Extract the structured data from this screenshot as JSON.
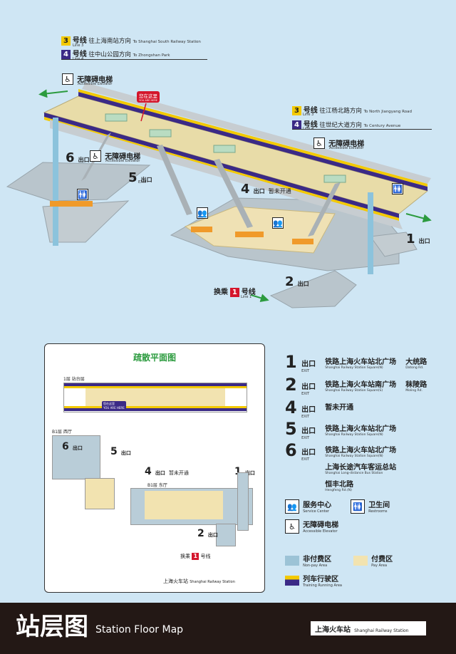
{
  "line3_badge": "3",
  "line4_badge": "4",
  "line1_badge": "1",
  "top_dir": {
    "l3_zh": "号线",
    "l3_en": "Line 3",
    "l3_to_zh": "往上海南站方向",
    "l3_to_en": "To Shanghai South Railway Station",
    "l4_zh": "号线",
    "l4_en": "Line 4",
    "l4_to_zh": "往中山公园方向",
    "l4_to_en": "To Zhongshan Park"
  },
  "right_dir": {
    "l3_zh": "号线",
    "l3_en": "Line 3",
    "l3_to_zh": "往江杨北路方向",
    "l3_to_en": "To North Jiangyang Road",
    "l4_zh": "号线",
    "l4_en": "Line 4",
    "l4_to_zh": "往世纪大道方向",
    "l4_to_en": "To Century Avenue"
  },
  "elevator_zh": "无障碍电梯",
  "elevator_en": "Accessible Elevator",
  "you_are_here_zh": "您在这里",
  "you_are_here_en": "YOU ARE HERE",
  "exit_word_zh": "出口",
  "exit_word_en": "EXIT",
  "not_open_zh": "暂未开通",
  "transfer_zh": "换乘",
  "transfer_line_zh": "号线",
  "transfer_line_en": "Line 1",
  "exits_on_map": [
    "6",
    "5",
    "4",
    "1",
    "2"
  ],
  "evac": {
    "title": "疏散平面图",
    "level1_zh": "1层",
    "level1_name": "站台层",
    "b1_west_zh": "B1层",
    "b1_west_name": "西厅",
    "b1_east_zh": "B1层",
    "b1_east_name": "东厅",
    "station_zh": "上海火车站",
    "station_en": "Shanghai Railway Station",
    "you_here_zh": "您在这里",
    "you_here_en": "YOU ARE HERE"
  },
  "legend_exits": [
    {
      "num": "1",
      "zh1": "铁路上海火车站北广场",
      "en1": "Shanghai Railway Station Square(N)",
      "zh2": "大统路",
      "en2": "Datong Rd."
    },
    {
      "num": "2",
      "zh1": "铁路上海火车站南广场",
      "en1": "Shanghai Railway Station Square(S)",
      "zh2": "秣陵路",
      "en2": "Moling Rd."
    },
    {
      "num": "4",
      "zh1": "暂未开通",
      "en1": "",
      "zh2": "",
      "en2": ""
    },
    {
      "num": "5",
      "zh1": "铁路上海火车站北广场",
      "en1": "Shanghai Railway Station Square(N)",
      "zh2": "",
      "en2": ""
    },
    {
      "num": "6",
      "zh1": "铁路上海火车站北广场",
      "en1": "Shanghai Railway Station Square(N)",
      "zh2": "",
      "en2": ""
    }
  ],
  "legend_exit6_extra": [
    {
      "zh": "上海长途汽车客运总站",
      "en": "Shanghai Long-distance Bus Station"
    },
    {
      "zh": "恒丰北路",
      "en": "Hengfeng Rd.(N)"
    }
  ],
  "legend_service_zh": "服务中心",
  "legend_service_en": "Service Center",
  "legend_restroom_zh": "卫生间",
  "legend_restroom_en": "Restrooms",
  "legend_elevator_zh": "无障碍电梯",
  "legend_elevator_en": "Accessible Elevator",
  "legend_nonpay_zh": "非付费区",
  "legend_nonpay_en": "Non-pay Area",
  "legend_pay_zh": "付费区",
  "legend_pay_en": "Pay Area",
  "legend_track_zh": "列车行驶区",
  "legend_track_en": "Training Running Area",
  "colors": {
    "line3": "#f3c900",
    "line4": "#3b2a86",
    "line1": "#d4162c",
    "nonpay": "#9cc3d6",
    "pay": "#f2e3b0",
    "exit_green": "#2c9b3f"
  },
  "footer_title_zh": "站层图",
  "footer_title_en": "Station Floor Map",
  "footer_station_zh": "上海火车站",
  "footer_station_en": "Shanghai Railway Station"
}
